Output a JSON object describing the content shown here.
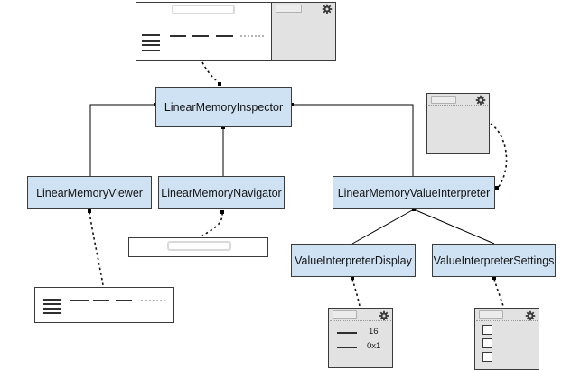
{
  "diagram": {
    "nodes": {
      "inspector": {
        "label": "LinearMemoryInspector"
      },
      "viewer": {
        "label": "LinearMemoryViewer"
      },
      "navigator": {
        "label": "LinearMemoryNavigator"
      },
      "value_interpreter": {
        "label": "LinearMemoryValueInterpreter"
      },
      "display": {
        "label": "ValueInterpreterDisplay"
      },
      "settings": {
        "label": "ValueInterpreterSettings"
      }
    },
    "edges": [
      {
        "from": "LinearMemoryInspector",
        "to": "LinearMemoryViewer",
        "style": "solid"
      },
      {
        "from": "LinearMemoryInspector",
        "to": "LinearMemoryNavigator",
        "style": "solid"
      },
      {
        "from": "LinearMemoryInspector",
        "to": "LinearMemoryValueInterpreter",
        "style": "solid"
      },
      {
        "from": "LinearMemoryValueInterpreter",
        "to": "ValueInterpreterDisplay",
        "style": "solid"
      },
      {
        "from": "LinearMemoryValueInterpreter",
        "to": "ValueInterpreterSettings",
        "style": "solid"
      },
      {
        "from": "inspector-screenshot",
        "to": "LinearMemoryInspector",
        "style": "dashed"
      },
      {
        "from": "LinearMemoryViewer",
        "to": "viewer-screenshot",
        "style": "dashed"
      },
      {
        "from": "LinearMemoryNavigator",
        "to": "navigator-screenshot",
        "style": "dashed"
      },
      {
        "from": "interpreter-screenshot",
        "to": "LinearMemoryValueInterpreter",
        "style": "dashed"
      },
      {
        "from": "ValueInterpreterDisplay",
        "to": "display-screenshot",
        "style": "dashed"
      },
      {
        "from": "ValueInterpreterSettings",
        "to": "settings-screenshot",
        "style": "dashed"
      }
    ],
    "mockups": {
      "display_values": [
        "16",
        "0x1"
      ]
    },
    "icons": {
      "gear-icon": "gear / settings (rendered as svg shape)"
    },
    "colors": {
      "node_fill": "#cfe2f3",
      "node_border": "#3b3b3b",
      "panel_gray": "#e2e2e2",
      "connector": "#000000"
    }
  }
}
